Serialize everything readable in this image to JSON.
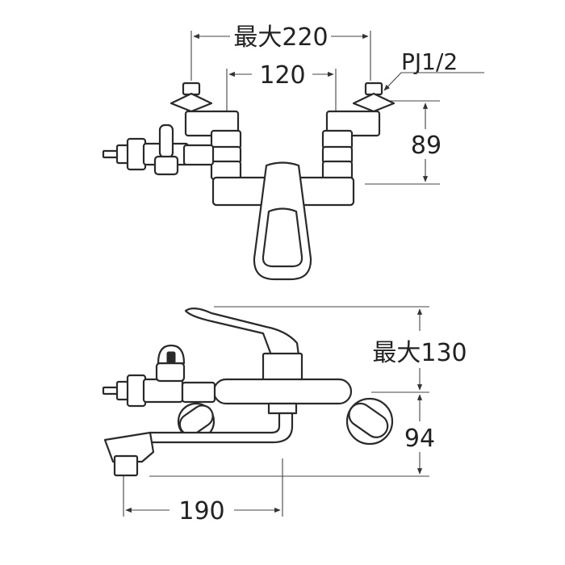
{
  "dimensions": {
    "top_width_max": "最大220",
    "top_width_inner": "120",
    "thread_spec": "PJ1/2",
    "top_height": "89",
    "side_height_max": "最大130",
    "side_height": "94",
    "side_length": "190"
  },
  "colors": {
    "line": "#2a2a2a",
    "background": "#ffffff"
  }
}
